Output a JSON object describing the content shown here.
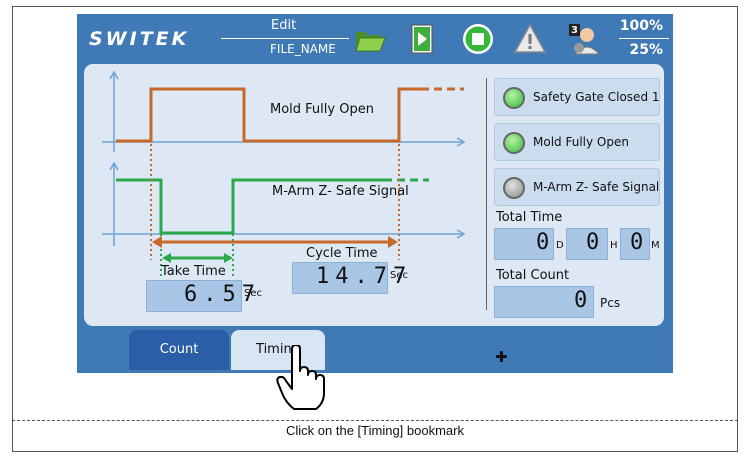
{
  "header": {
    "logo": "SWITEK",
    "edit_label": "Edit",
    "file_name": "FILE_NAME",
    "user_level": "3",
    "percent_top": "100%",
    "percent_bottom": "25%",
    "icons": [
      "open-folder-icon",
      "run-program-icon",
      "stop-icon",
      "warning-icon",
      "user-icon"
    ]
  },
  "chart": {
    "mold_label": "Mold Fully Open",
    "arm_label": "M-Arm Z- Safe Signal",
    "cycle_time_label": "Cycle Time",
    "cycle_time_value": "14.77",
    "cycle_time_unit": "Sec",
    "take_time_label": "Take Time",
    "take_time_value": "6.57",
    "take_time_unit": "Sec"
  },
  "status": [
    {
      "label": "Safety Gate Closed 1",
      "state": "on"
    },
    {
      "label": "Mold Fully Open",
      "state": "on"
    },
    {
      "label": "M-Arm Z- Safe Signal",
      "state": "off"
    }
  ],
  "total_time": {
    "label": "Total Time",
    "days": "0",
    "days_unit": "D",
    "hours": "0",
    "hours_unit": "H",
    "minutes": "0",
    "minutes_unit": "M"
  },
  "total_count": {
    "label": "Total Count",
    "value": "0",
    "unit": "Pcs"
  },
  "tabs": {
    "count": "Count",
    "timing": "Timing"
  },
  "caption": "Click on the [Timing] bookmark",
  "colors": {
    "screen_bg": "#3f79b6",
    "panel_bg": "#dde8f4",
    "mold_signal": "#c6692a",
    "arm_signal": "#2aa84a",
    "led_on": "#35b83a",
    "led_off": "#8a8a8a"
  }
}
